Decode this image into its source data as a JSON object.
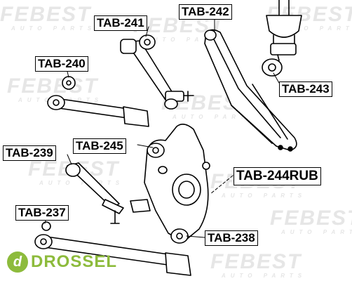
{
  "watermark": {
    "brand": "FEBEST",
    "tagline": "AUTO PARTS"
  },
  "labels": {
    "tab241": "TAB-241",
    "tab242": "TAB-242",
    "tab240": "TAB-240",
    "tab243": "TAB-243",
    "tab245": "TAB-245",
    "tab239": "TAB-239",
    "tab244rub": "TAB-244RUB",
    "tab237": "TAB-237",
    "tab238": "TAB-238"
  },
  "footer_logo": {
    "mark": "d",
    "text": "DROSSEL"
  },
  "colors": {
    "line": "#000000",
    "watermark": "#e6e6e6",
    "brand_green": "#8dbb3c"
  }
}
